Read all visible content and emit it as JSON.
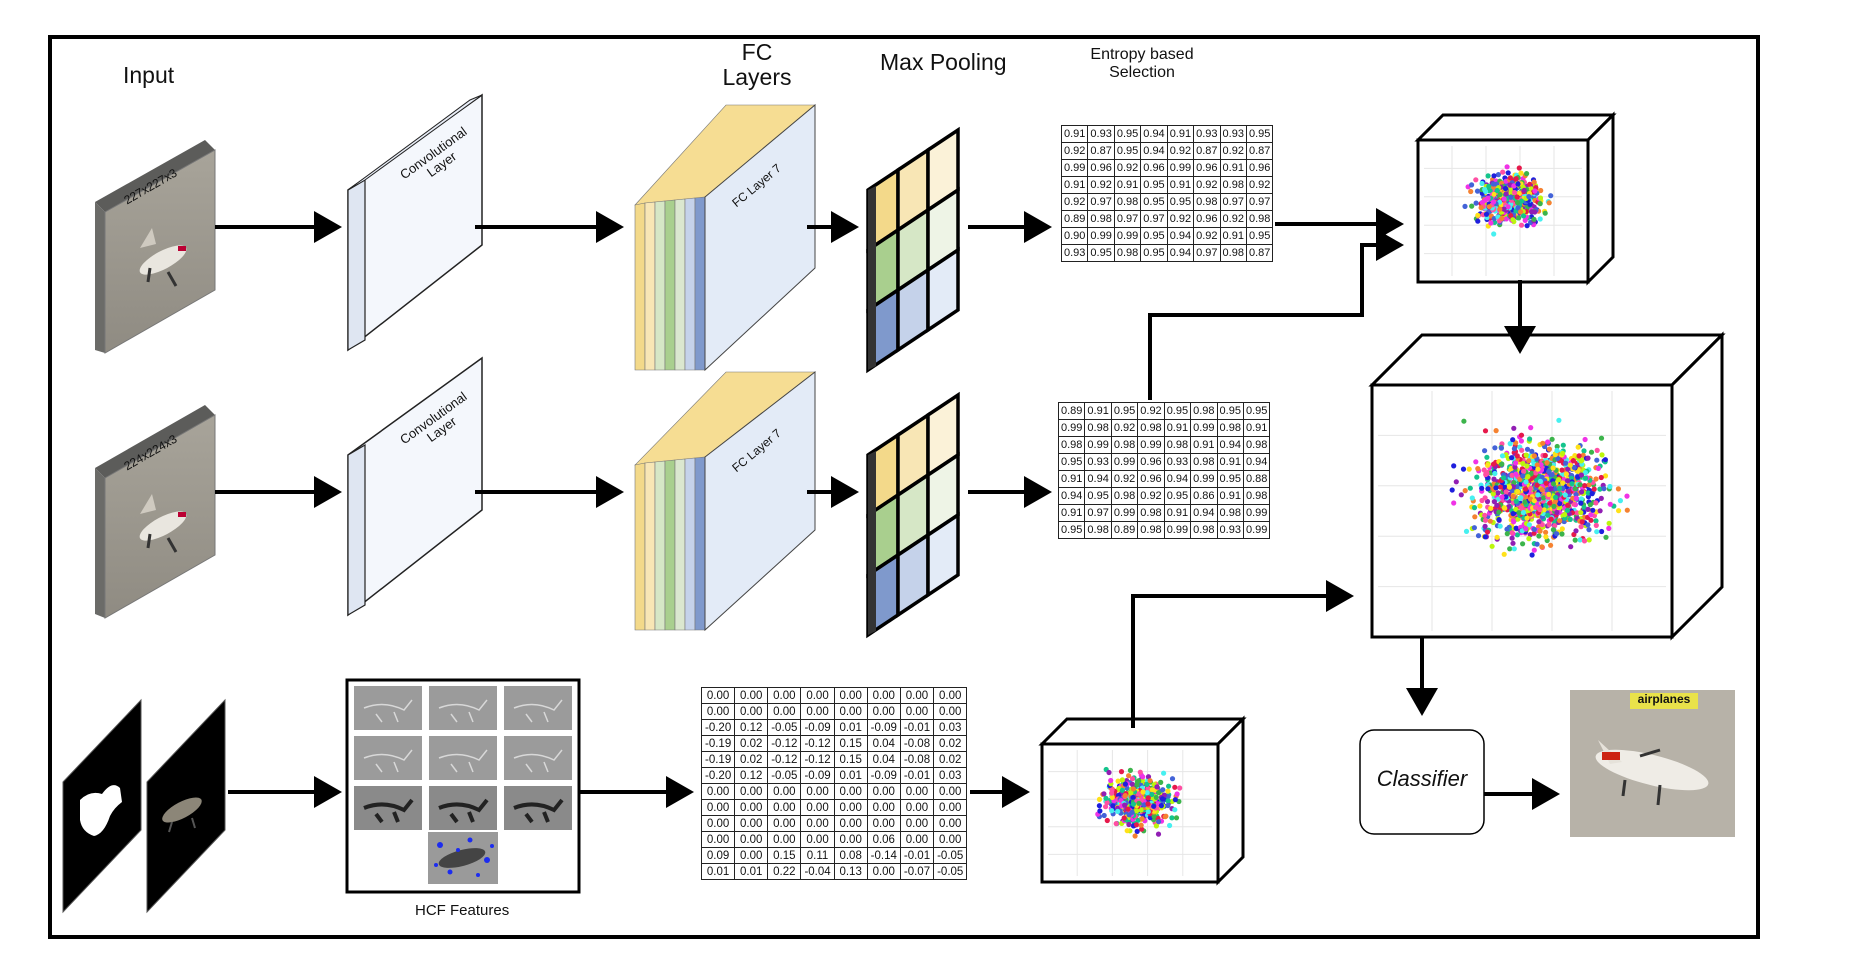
{
  "labels": {
    "input": "Input",
    "fc_layers": "FC\nLayers",
    "max_pooling": "Max Pooling",
    "entropy": "Entropy based\nSelection",
    "hcf": "HCF Features",
    "classifier": "Classifier"
  },
  "inputs": {
    "top_size": "227x227x3",
    "mid_size": "224x224x3"
  },
  "conv": {
    "label": "Convolutional\nLayer"
  },
  "fc": {
    "label": "FC Layer 7"
  },
  "output": {
    "tag": "airplanes"
  },
  "colors": {
    "yellow": "#f3d98a",
    "green": "#a9cf8e",
    "blue": "#7f99cc",
    "panel": "#e3ebf7",
    "border": "#111111"
  },
  "tables": {
    "top": [
      [
        "0.91",
        "0.93",
        "0.95",
        "0.94",
        "0.91",
        "0.93",
        "0.93",
        "0.95"
      ],
      [
        "0.92",
        "0.87",
        "0.95",
        "0.94",
        "0.92",
        "0.87",
        "0.92",
        "0.87"
      ],
      [
        "0.99",
        "0.96",
        "0.92",
        "0.96",
        "0.99",
        "0.96",
        "0.91",
        "0.96"
      ],
      [
        "0.91",
        "0.92",
        "0.91",
        "0.95",
        "0.91",
        "0.92",
        "0.98",
        "0.92"
      ],
      [
        "0.92",
        "0.97",
        "0.98",
        "0.95",
        "0.95",
        "0.98",
        "0.97",
        "0.97"
      ],
      [
        "0.89",
        "0.98",
        "0.97",
        "0.97",
        "0.92",
        "0.96",
        "0.92",
        "0.98"
      ],
      [
        "0.90",
        "0.99",
        "0.99",
        "0.95",
        "0.94",
        "0.92",
        "0.91",
        "0.95"
      ],
      [
        "0.93",
        "0.95",
        "0.98",
        "0.95",
        "0.94",
        "0.97",
        "0.98",
        "0.87"
      ]
    ],
    "mid": [
      [
        "0.89",
        "0.91",
        "0.95",
        "0.92",
        "0.95",
        "0.98",
        "0.95",
        "0.95"
      ],
      [
        "0.99",
        "0.98",
        "0.92",
        "0.98",
        "0.91",
        "0.99",
        "0.98",
        "0.91"
      ],
      [
        "0.98",
        "0.99",
        "0.98",
        "0.99",
        "0.98",
        "0.91",
        "0.94",
        "0.98"
      ],
      [
        "0.95",
        "0.93",
        "0.99",
        "0.96",
        "0.93",
        "0.98",
        "0.91",
        "0.94"
      ],
      [
        "0.91",
        "0.94",
        "0.92",
        "0.96",
        "0.94",
        "0.99",
        "0.95",
        "0.88"
      ],
      [
        "0.94",
        "0.95",
        "0.98",
        "0.92",
        "0.95",
        "0.86",
        "0.91",
        "0.98"
      ],
      [
        "0.91",
        "0.97",
        "0.99",
        "0.98",
        "0.91",
        "0.94",
        "0.98",
        "0.99"
      ],
      [
        "0.95",
        "0.98",
        "0.89",
        "0.98",
        "0.99",
        "0.98",
        "0.93",
        "0.99"
      ]
    ],
    "hcf": [
      [
        "0.00",
        "0.00",
        "0.00",
        "0.00",
        "0.00",
        "0.00",
        "0.00",
        "0.00"
      ],
      [
        "0.00",
        "0.00",
        "0.00",
        "0.00",
        "0.00",
        "0.00",
        "0.00",
        "0.00"
      ],
      [
        "-0.20",
        "0.12",
        "-0.05",
        "-0.09",
        "0.01",
        "-0.09",
        "-0.01",
        "0.03"
      ],
      [
        "-0.19",
        "0.02",
        "-0.12",
        "-0.12",
        "0.15",
        "0.04",
        "-0.08",
        "0.02"
      ],
      [
        "-0.19",
        "0.02",
        "-0.12",
        "-0.12",
        "0.15",
        "0.04",
        "-0.08",
        "0.02"
      ],
      [
        "-0.20",
        "0.12",
        "-0.05",
        "-0.09",
        "0.01",
        "-0.09",
        "-0.01",
        "0.03"
      ],
      [
        "0.00",
        "0.00",
        "0.00",
        "0.00",
        "0.00",
        "0.00",
        "0.00",
        "0.00"
      ],
      [
        "0.00",
        "0.00",
        "0.00",
        "0.00",
        "0.00",
        "0.00",
        "0.00",
        "0.00"
      ],
      [
        "0.00",
        "0.00",
        "0.00",
        "0.00",
        "0.00",
        "0.00",
        "0.00",
        "0.00"
      ],
      [
        "0.00",
        "0.00",
        "0.00",
        "0.00",
        "0.00",
        "0.06",
        "0.00",
        "0.00"
      ],
      [
        "0.09",
        "0.00",
        "0.15",
        "0.11",
        "0.08",
        "-0.14",
        "-0.01",
        "-0.05"
      ],
      [
        "0.01",
        "0.01",
        "0.22",
        "-0.04",
        "0.13",
        "0.00",
        "-0.07",
        "-0.05"
      ]
    ]
  }
}
